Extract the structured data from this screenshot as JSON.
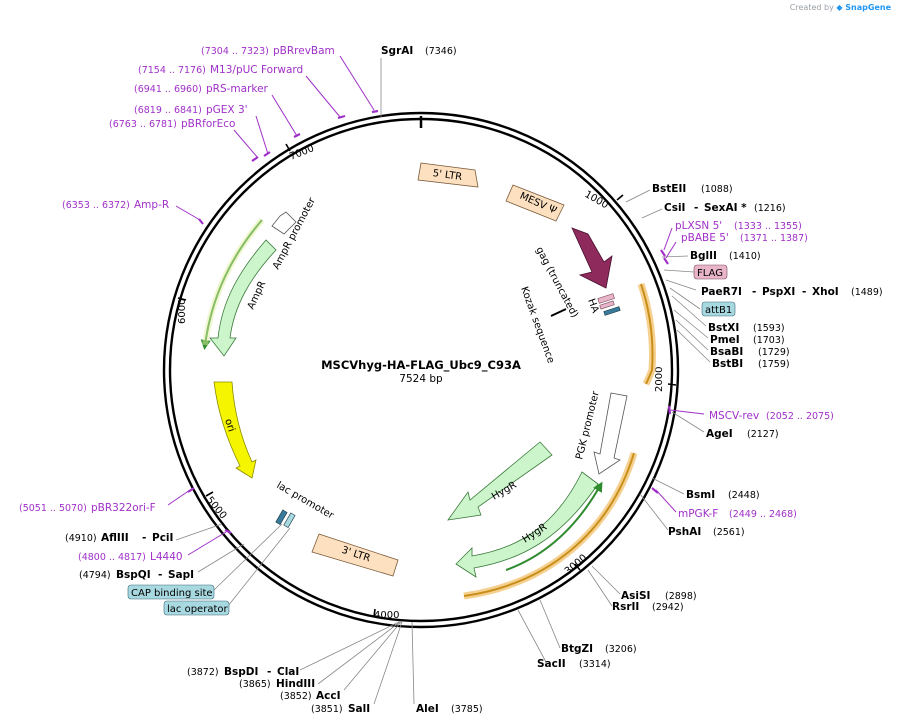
{
  "credit": {
    "prefix": "Created by",
    "brand": "SnapGene"
  },
  "plasmid": {
    "name": "MSCVhyg-HA-FLAG_Ubc9_C93A",
    "length": "7524 bp"
  },
  "ticks": [
    "1000",
    "2000",
    "3000",
    "4000",
    "5000",
    "6000",
    "7000"
  ],
  "enzymes": [
    {
      "name": "SgrAI",
      "pos": "(7346)"
    },
    {
      "name": "BstEII",
      "pos": "(1088)"
    },
    {
      "name": "CsiI",
      "name2": "SexAI *",
      "pos": "(1216)"
    },
    {
      "name": "BglII",
      "pos": "(1410)"
    },
    {
      "name": "PaeR7I",
      "name2": "PspXI",
      "name3": "XhoI",
      "pos": "(1489)"
    },
    {
      "name": "BstXI",
      "pos": "(1593)"
    },
    {
      "name": "PmeI",
      "pos": "(1703)"
    },
    {
      "name": "BsaBI",
      "pos": "(1729)"
    },
    {
      "name": "BstBI",
      "pos": "(1759)"
    },
    {
      "name": "AgeI",
      "pos": "(2127)"
    },
    {
      "name": "BsmI",
      "pos": "(2448)"
    },
    {
      "name": "PshAI",
      "pos": "(2561)"
    },
    {
      "name": "AsiSI",
      "pos": "(2898)"
    },
    {
      "name": "RsrII",
      "pos": "(2942)"
    },
    {
      "name": "BtgZI",
      "pos": "(3206)"
    },
    {
      "name": "SacII",
      "pos": "(3314)"
    },
    {
      "name": "AleI",
      "pos": "(3785)"
    },
    {
      "name": "SalI",
      "pos": "(3851)"
    },
    {
      "name": "AccI",
      "pos": "(3852)"
    },
    {
      "name": "HindIII",
      "pos": "(3865)"
    },
    {
      "name": "BspDI",
      "name2": "ClaI",
      "pos": "(3872)"
    },
    {
      "name": "BspQI",
      "name2": "SapI",
      "pos": "(4794)"
    },
    {
      "name": "AflIII",
      "name2": "PciI",
      "pos": "(4910)"
    }
  ],
  "primers": [
    {
      "name": "pBRrevBam",
      "pos": "(7304 .. 7323)"
    },
    {
      "name": "M13/pUC Forward",
      "pos": "(7154 .. 7176)"
    },
    {
      "name": "pRS-marker",
      "pos": "(6941 .. 6960)"
    },
    {
      "name": "pGEX 3'",
      "pos": "(6819 .. 6841)"
    },
    {
      "name": "pBRforEco",
      "pos": "(6763 .. 6781)"
    },
    {
      "name": "Amp-R",
      "pos": "(6353 .. 6372)"
    },
    {
      "name": "pLXSN 5'",
      "pos": "(1333 .. 1355)"
    },
    {
      "name": "pBABE 5'",
      "pos": "(1371 .. 1387)"
    },
    {
      "name": "MSCV-rev",
      "pos": "(2052 .. 2075)"
    },
    {
      "name": "mPGK-F",
      "pos": "(2449 .. 2468)"
    },
    {
      "name": "pBR322ori-F",
      "pos": "(5051 .. 5070)"
    },
    {
      "name": "L4440",
      "pos": "(4800 .. 4817)"
    }
  ],
  "features": {
    "ltr5": "5' LTR",
    "mesv": "MESV Ψ",
    "gag": "gag (truncated)",
    "ha": "HA",
    "kozak": "Kozak sequence",
    "pgk": "PGK promoter",
    "hygr_outer": "HygR",
    "hygr_inner": "HygR",
    "ltr3": "3' LTR",
    "lac_promoter": "lac promoter",
    "ori": "ori",
    "ampr": "AmpR",
    "ampr_promoter": "AmpR promoter"
  },
  "boxes": {
    "flag": "FLAG",
    "attb1": "attB1",
    "cap": "CAP binding site",
    "lacop": "lac operator"
  },
  "colors": {
    "enzyme": "#000000",
    "primer": "#a030c8",
    "ltr": "#fde0c0",
    "mesv": "#fde0c0",
    "gag": "#8e2a5c",
    "hygr": "#ccf5cc",
    "ori": "#f5f500",
    "ampr": "#ccf5cc",
    "orange_track": "#f0b440",
    "green_track": "#2e8b2e",
    "box_pink": "#e8b4c8",
    "box_blue": "#a8d8e0"
  }
}
